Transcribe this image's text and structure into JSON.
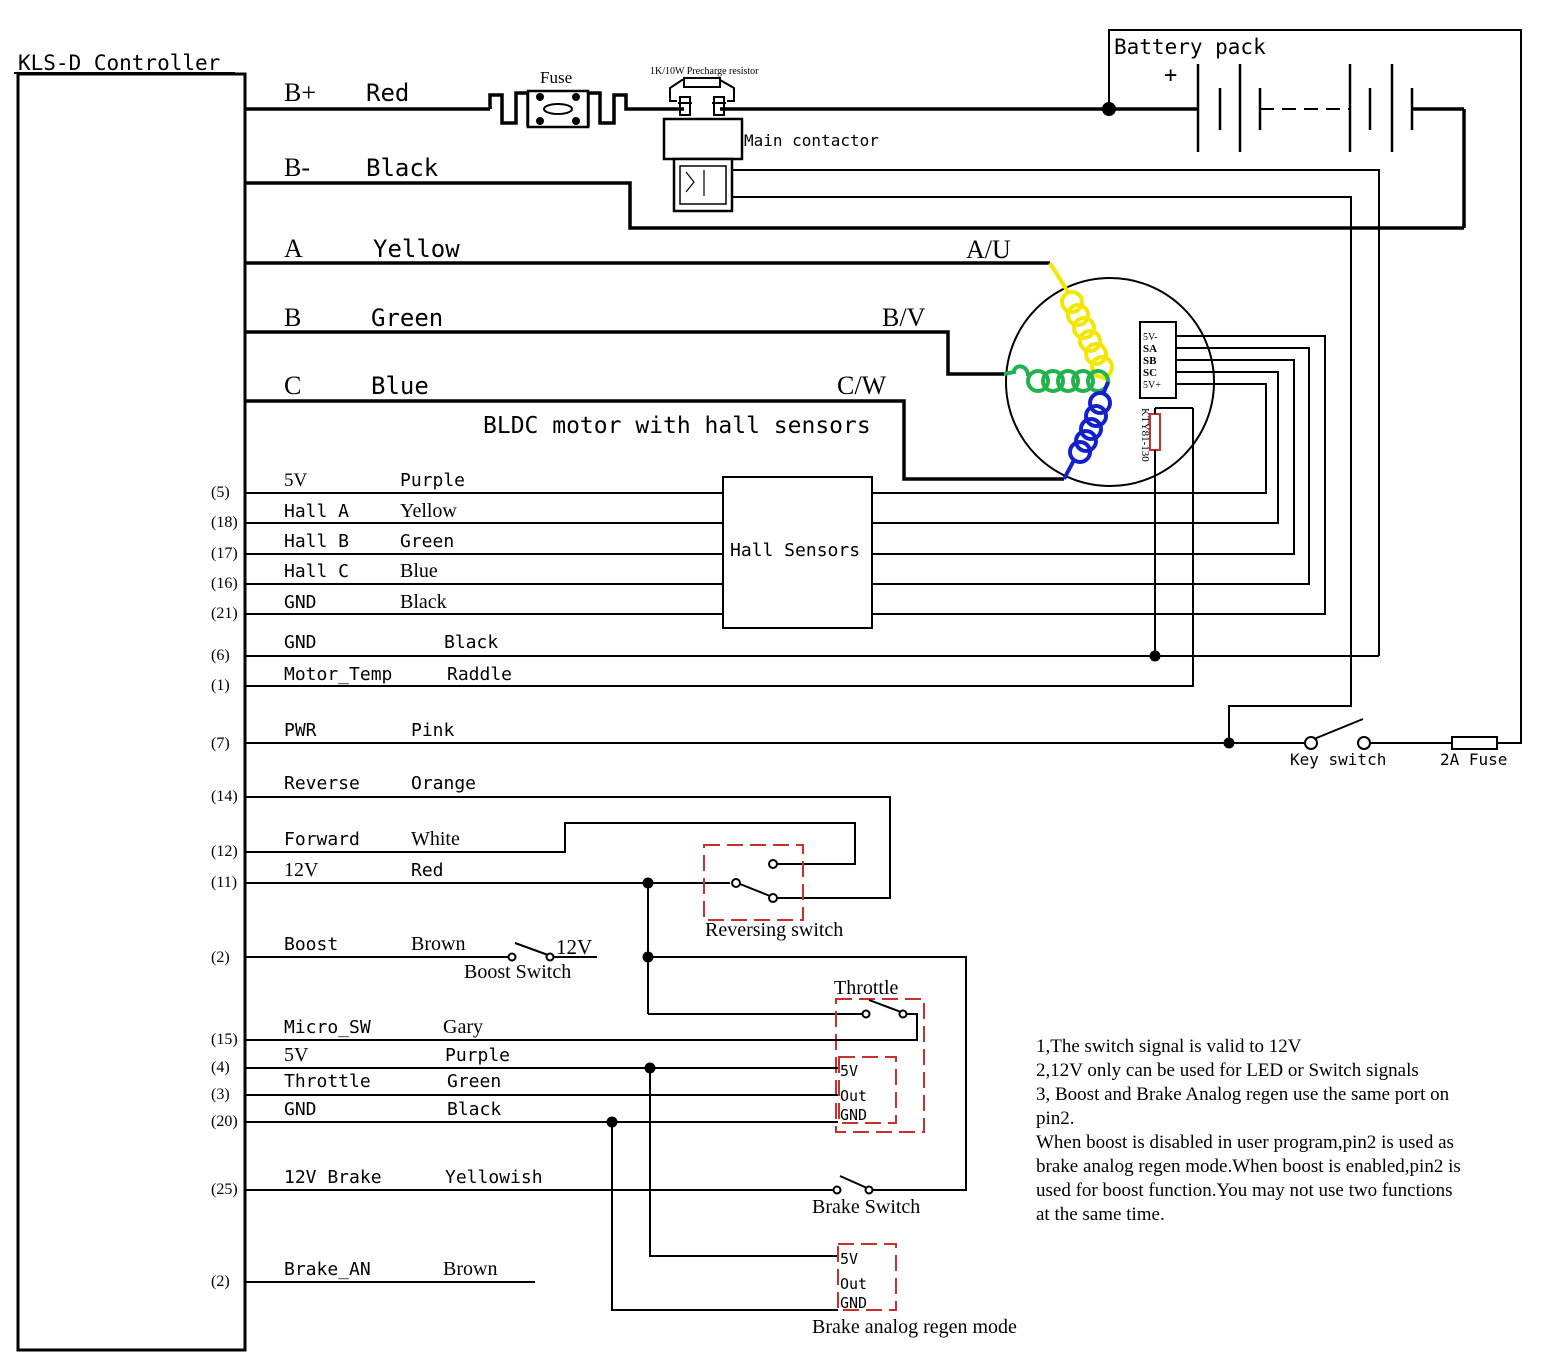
{
  "controller": {
    "title": "KLS-D Controller"
  },
  "power": {
    "bplus": {
      "name": "B+",
      "color": "Red"
    },
    "bminus": {
      "name": "B-",
      "color": "Black"
    },
    "fuse": "Fuse",
    "precharge": "1K/10W Precharge resistor",
    "contactor": "Main contactor",
    "battery": "Battery pack",
    "battery_plus": "+"
  },
  "motor": {
    "phases": [
      {
        "name": "A",
        "color": "Yellow",
        "terminal": "A/U",
        "hex": "#f3e600"
      },
      {
        "name": "B",
        "color": "Green",
        "terminal": "B/V",
        "hex": "#22b24c"
      },
      {
        "name": "C",
        "color": "Blue",
        "terminal": "C/W",
        "hex": "#1420c8"
      }
    ],
    "caption": "BLDC motor with hall sensors",
    "hall_pins": [
      "5V-",
      "SA",
      "SB",
      "SC",
      "5V+"
    ],
    "thermistor": "KTY81-130"
  },
  "hall_block": {
    "label": "Hall Sensors"
  },
  "pins": [
    {
      "pin": "(5)",
      "signal": "5V",
      "color": "Purple"
    },
    {
      "pin": "(18)",
      "signal": "Hall A",
      "color": "Yellow"
    },
    {
      "pin": "(17)",
      "signal": "Hall B",
      "color": "Green"
    },
    {
      "pin": "(16)",
      "signal": "Hall C",
      "color": "Blue"
    },
    {
      "pin": "(21)",
      "signal": "GND",
      "color": "Black"
    },
    {
      "pin": "(6)",
      "signal": "GND",
      "color": "Black"
    },
    {
      "pin": "(1)",
      "signal": "Motor_Temp",
      "color": "Raddle"
    },
    {
      "pin": "(7)",
      "signal": "PWR",
      "color": "Pink"
    },
    {
      "pin": "(14)",
      "signal": "Reverse",
      "color": "Orange"
    },
    {
      "pin": "(12)",
      "signal": "Forward",
      "color": "White"
    },
    {
      "pin": "(11)",
      "signal": "12V",
      "color": "Red"
    },
    {
      "pin": "(2)",
      "signal": "Boost",
      "color": "Brown"
    },
    {
      "pin": "(15)",
      "signal": "Micro_SW",
      "color": "Gary"
    },
    {
      "pin": "(4)",
      "signal": "5V",
      "color": "Purple"
    },
    {
      "pin": "(3)",
      "signal": "Throttle",
      "color": "Green"
    },
    {
      "pin": "(20)",
      "signal": "GND",
      "color": "Black"
    },
    {
      "pin": "(25)",
      "signal": "12V Brake",
      "color": "Yellowish"
    },
    {
      "pin": "(2)",
      "signal": "Brake_AN",
      "color": "Brown"
    }
  ],
  "components": {
    "key_switch": "Key switch",
    "fuse_2a": "2A Fuse",
    "reversing_switch": "Reversing switch",
    "boost_switch": "Boost Switch",
    "boost_12v": "12V",
    "throttle": "Throttle",
    "throttle_pins": [
      "5V",
      "Out",
      "GND"
    ],
    "brake_switch": "Brake Switch",
    "brake_regen": "Brake analog regen mode",
    "brake_regen_pins": [
      "5V",
      "Out",
      "GND"
    ]
  },
  "notes": [
    "1,The switch signal is valid to 12V",
    "2,12V only can be used for LED or Switch signals",
    "3, Boost and Brake Analog regen use the same port on",
    "pin2.",
    "When boost is disabled in user program,pin2 is used as",
    "brake analog regen mode.When boost is enabled,pin2 is",
    "used for boost function.You may not use two functions",
    "at the same time."
  ],
  "colors": {
    "accent_red": "#c8302c"
  }
}
